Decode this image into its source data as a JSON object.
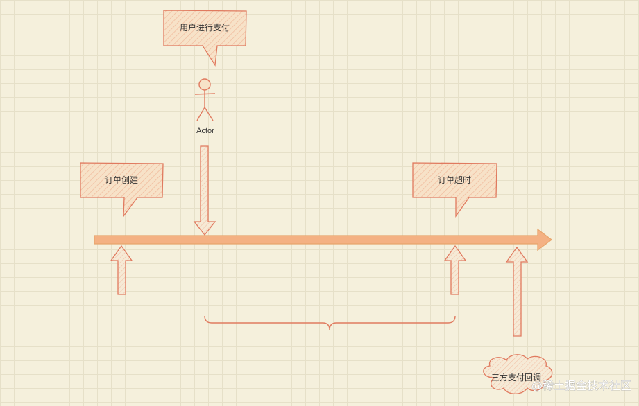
{
  "callouts": {
    "user_pay": "用户进行支付",
    "order_create": "订单创建",
    "order_timeout": "订单超时"
  },
  "actor": {
    "label": "Actor",
    "icon": "stick-figure-icon"
  },
  "cloud": {
    "label": "三方支付回调",
    "icon": "cloud-icon"
  },
  "watermark": "@稀土掘金技术社区",
  "colors": {
    "timeline": "#f4b183",
    "timeline_stroke": "#e8a56c",
    "shape_stroke": "#e07a5f",
    "background": "#f5f0dc",
    "grid": "#e6e0c8"
  }
}
